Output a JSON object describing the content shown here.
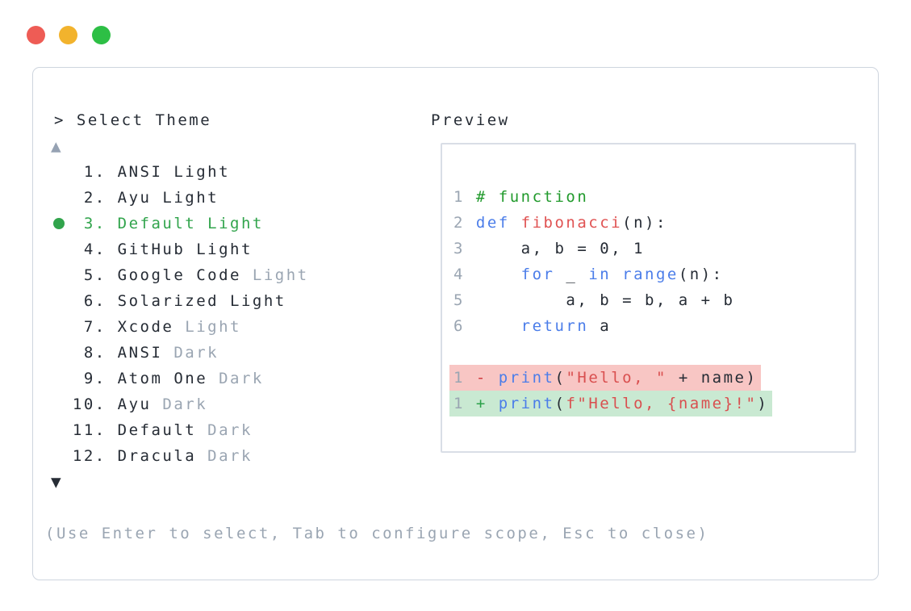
{
  "colors": {
    "dark": "#262c35",
    "muted": "#9aa5b2",
    "muted-blue": "#96a2b3",
    "select_green": "#31a44c",
    "comment": "#219a2c",
    "keyword": "#4b7de9",
    "func": "#e05353",
    "string": "#d94f4f",
    "minus": "#d13b40",
    "plus": "#2ba14a",
    "removed_bg": "#f8c6c4",
    "added_bg": "#c9e9d2",
    "panel_border": "#ced5de",
    "preview_border": "#d9dee6",
    "light_red": "#ee5c55",
    "light_yellow": "#f2b32d",
    "light_green": "#2dbf45"
  },
  "prompt": {
    "text": "> Select Theme"
  },
  "scroll": {
    "up_symbol": "▲",
    "down_symbol": "▼"
  },
  "themes": [
    {
      "num": "1",
      "name": "ANSI Light",
      "muted": "",
      "selected": false
    },
    {
      "num": "2",
      "name": "Ayu Light",
      "muted": "",
      "selected": false
    },
    {
      "num": "3",
      "name": "Default Light",
      "muted": "",
      "selected": true
    },
    {
      "num": "4",
      "name": "GitHub Light",
      "muted": "",
      "selected": false
    },
    {
      "num": "5",
      "name": "Google Code",
      "muted": "Light",
      "selected": false
    },
    {
      "num": "6",
      "name": "Solarized Light",
      "muted": "",
      "selected": false
    },
    {
      "num": "7",
      "name": "Xcode",
      "muted": "Light",
      "selected": false
    },
    {
      "num": "8",
      "name": "ANSI",
      "muted": "Dark",
      "selected": false
    },
    {
      "num": "9",
      "name": "Atom One",
      "muted": "Dark",
      "selected": false
    },
    {
      "num": "10",
      "name": "Ayu",
      "muted": "Dark",
      "selected": false
    },
    {
      "num": "11",
      "name": "Default",
      "muted": "Dark",
      "selected": false
    },
    {
      "num": "12",
      "name": "Dracula",
      "muted": "Dark",
      "selected": false
    }
  ],
  "help_text": "(Use Enter to select, Tab to configure scope, Esc to close)",
  "preview": {
    "title": "Preview",
    "code_lines": [
      {
        "num": "1",
        "tokens": [
          {
            "t": "# function",
            "c": "comment"
          }
        ]
      },
      {
        "num": "2",
        "tokens": [
          {
            "t": "def",
            "c": "keyword"
          },
          {
            "t": " ",
            "c": "plain"
          },
          {
            "t": "fibonacci",
            "c": "func"
          },
          {
            "t": "(n):",
            "c": "plain"
          }
        ]
      },
      {
        "num": "3",
        "tokens": [
          {
            "t": "    a, b = 0, 1",
            "c": "plain"
          }
        ]
      },
      {
        "num": "4",
        "tokens": [
          {
            "t": "    ",
            "c": "plain"
          },
          {
            "t": "for",
            "c": "keyword"
          },
          {
            "t": " _ ",
            "c": "plain"
          },
          {
            "t": "in",
            "c": "keyword"
          },
          {
            "t": " ",
            "c": "plain"
          },
          {
            "t": "range",
            "c": "keyword"
          },
          {
            "t": "(n):",
            "c": "plain"
          }
        ]
      },
      {
        "num": "5",
        "tokens": [
          {
            "t": "        a, b = b, a + b",
            "c": "plain"
          }
        ]
      },
      {
        "num": "6",
        "tokens": [
          {
            "t": "    ",
            "c": "plain"
          },
          {
            "t": "return",
            "c": "keyword"
          },
          {
            "t": " a",
            "c": "plain"
          }
        ]
      },
      {
        "num": "",
        "tokens": []
      },
      {
        "num": "1",
        "diff": "removed",
        "tokens": [
          {
            "t": "- ",
            "c": "minus"
          },
          {
            "t": "print",
            "c": "keyword"
          },
          {
            "t": "(",
            "c": "plain"
          },
          {
            "t": "\"Hello, \"",
            "c": "string"
          },
          {
            "t": " + name)",
            "c": "plain"
          }
        ]
      },
      {
        "num": "1",
        "diff": "added",
        "tokens": [
          {
            "t": "+ ",
            "c": "plus"
          },
          {
            "t": "print",
            "c": "keyword"
          },
          {
            "t": "(",
            "c": "plain"
          },
          {
            "t": "f\"Hello, {name}!\"",
            "c": "string"
          },
          {
            "t": ")",
            "c": "plain"
          }
        ]
      }
    ]
  }
}
